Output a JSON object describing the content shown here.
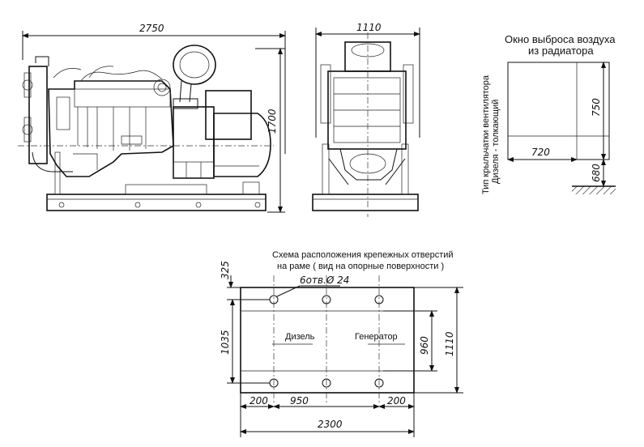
{
  "side_view": {
    "width_dim": "2750",
    "height_dim": "1700"
  },
  "front_view": {
    "width_dim": "1110"
  },
  "radiator_outlet": {
    "title_line1": "Окно выброса воздуха",
    "title_line2": "из радиатора",
    "height_dim": "750",
    "width_dim": "720",
    "ground_dim": "680",
    "fan_note_line1": "Тип крыльчатки вентилятора",
    "fan_note_line2": "Дизеля - толкающий"
  },
  "mounting_scheme": {
    "title_line1": "Схема расположения крепежных отверстий",
    "title_line2": "на раме ( вид на опорные поверхности )",
    "holes_note": "6отв.Ø 24",
    "diesel_label": "Дизель",
    "generator_label": "Генератор",
    "dim_top_offset": "325",
    "dim_left_height": "1035",
    "dim_inner_height": "960",
    "dim_outer_height": "1110",
    "dim_left_margin": "200",
    "dim_spacing": "950",
    "dim_right_margin": "200",
    "dim_total_width": "2300"
  }
}
